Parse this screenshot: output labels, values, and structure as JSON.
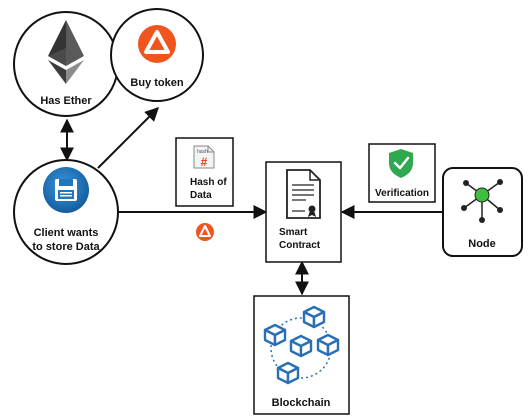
{
  "nodes": {
    "ether": {
      "label": "Has Ether"
    },
    "buy_token": {
      "label": "Buy token"
    },
    "client": {
      "label_line1": "Client wants",
      "label_line2": "to store Data"
    },
    "hash": {
      "label_line1": "Hash of",
      "label_line2": "Data",
      "icon_text_top": "hash",
      "icon_symbol": "#"
    },
    "verification": {
      "label": "Verification"
    },
    "node": {
      "label": "Node"
    },
    "contract": {
      "label_line1": "Smart",
      "label_line2": "Contract"
    },
    "blockchain": {
      "label": "Blockchain"
    }
  },
  "colors": {
    "ether_dark": "#343434",
    "ether_light": "#8c8c8c",
    "token_orange": "#f0541f",
    "client_blue": "#1f77c2",
    "shield_green": "#2fa84f",
    "node_green": "#3fbf3f",
    "block_blue": "#2a6fb5",
    "hash_red": "#d9441a"
  },
  "icons": [
    "ethereum-icon",
    "token-icon",
    "floppy-disk-icon",
    "hash-document-icon",
    "shield-check-icon",
    "network-node-icon",
    "contract-document-icon",
    "blockchain-icon",
    "token-small-icon"
  ]
}
